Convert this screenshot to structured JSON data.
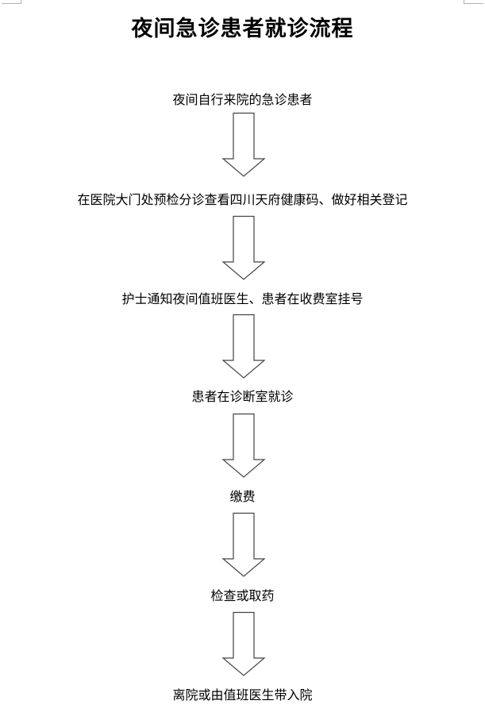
{
  "document": {
    "title": "夜间急诊患者就诊流程",
    "steps": [
      {
        "text": "夜间自行来院的急诊患者"
      },
      {
        "text": "在医院大门处预检分诊查看四川天府健康码、做好相关登记"
      },
      {
        "text": "护士通知夜间值班医生、患者在收费室挂号"
      },
      {
        "text": "患者在诊断室就诊"
      },
      {
        "text": "缴费"
      },
      {
        "text": "检查或取药"
      },
      {
        "text": "离院或由值班医生带入院"
      }
    ],
    "connector_icon": "down-arrow-icon"
  }
}
